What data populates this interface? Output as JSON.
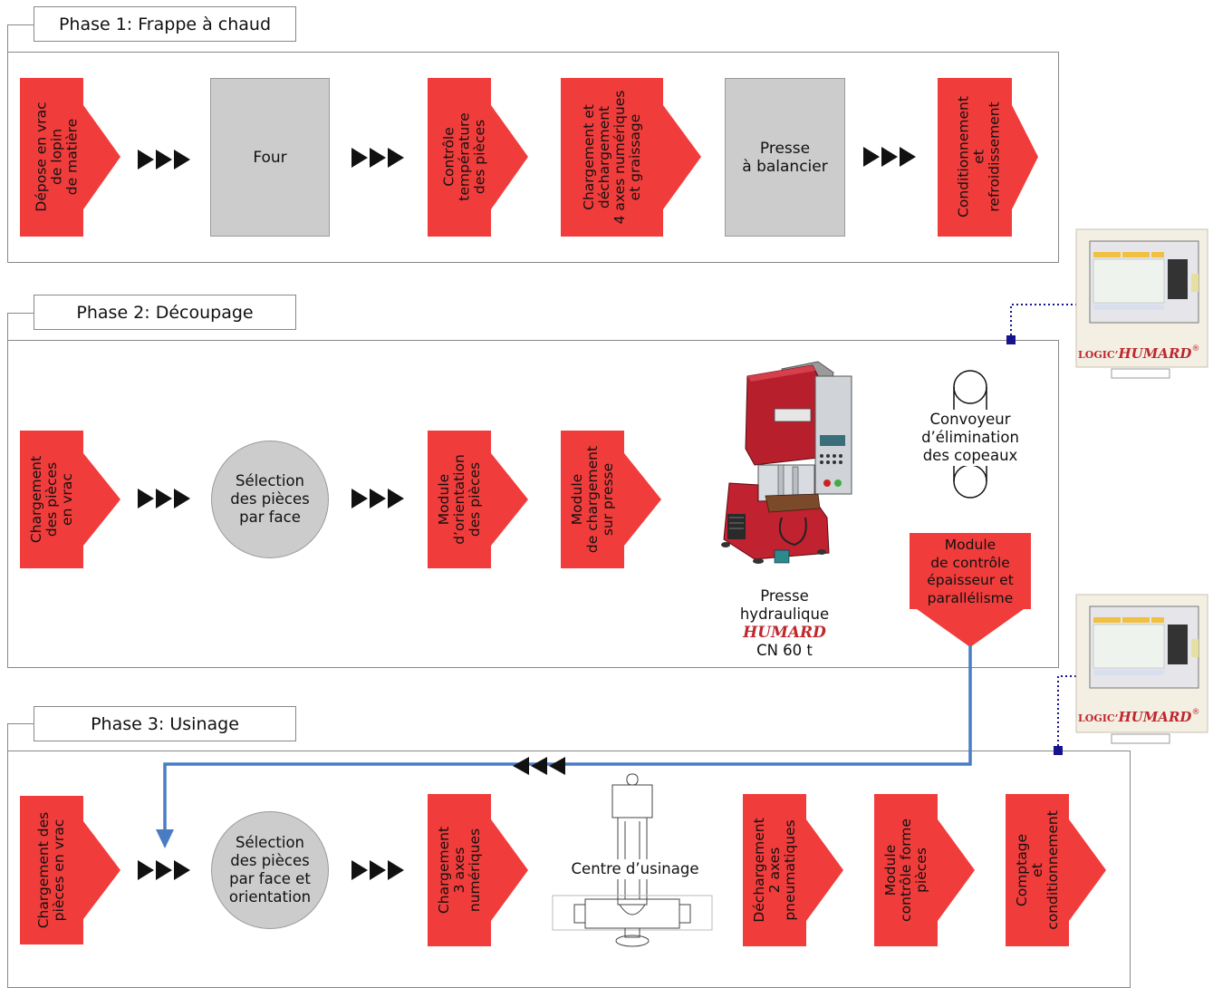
{
  "colors": {
    "red": "#f13c3c",
    "grey": "#cccccc",
    "blue": "#4a7cc4",
    "navy": "#14148c",
    "brand": "#c0272d"
  },
  "phases": {
    "p1": "Phase 1: Frappe à chaud",
    "p2": "Phase 2: Découpage",
    "p3": "Phase 3: Usinage"
  },
  "phase1": {
    "depose": "Dépose en vrac\nde lopin\nde matière",
    "four": "Four",
    "controle": "Contrôle\ntempérature\ndes pièces",
    "chargement": "Chargement et\ndéchargement\n4 axes numériques\net graissage",
    "presse": "Presse\nà balancier",
    "conditionnement": "Conditionnement\net\nrefroidissement"
  },
  "phase2": {
    "chargement": "Chargement\ndes pièces\nen vrac",
    "selection": "Sélection\ndes pièces\npar face",
    "orientation": "Module\nd’orientation\ndes pièces",
    "module_chargement": "Module\nde chargement\nsur presse",
    "presse_line1": "Presse",
    "presse_line2": "hydraulique",
    "presse_brand": "HUMARD",
    "presse_line4": "CN 60 t",
    "convoyeur": "Convoyeur\nd’élimination\ndes copeaux",
    "controle_epaisseur": "Module\nde contrôle\népaisseur et\nparallélisme"
  },
  "phase3": {
    "chargement": "Chargement des\npièces en vrac",
    "selection": "Sélection\ndes pièces\npar face et\norientation",
    "chargement_axes": "Chargement\n3 axes\nnumériques",
    "centre": "Centre d’usinage",
    "dechargement": "Déchargement\n2 axes\npneumatiques",
    "controle_forme": "Module\ncontrôle forme\npièces",
    "comptage": "Comptage\net\nconditionnement"
  },
  "controller": {
    "logic_prefix": "LOGIC’",
    "brand": "HUMARD",
    "reg": "®"
  },
  "icons": {
    "flow": "triple-triangle-arrows",
    "press": "hydraulic-press-illustration",
    "conveyor": "conveyor-loop-icon",
    "machining": "machining-center-outline",
    "controller": "control-panel-screen"
  }
}
